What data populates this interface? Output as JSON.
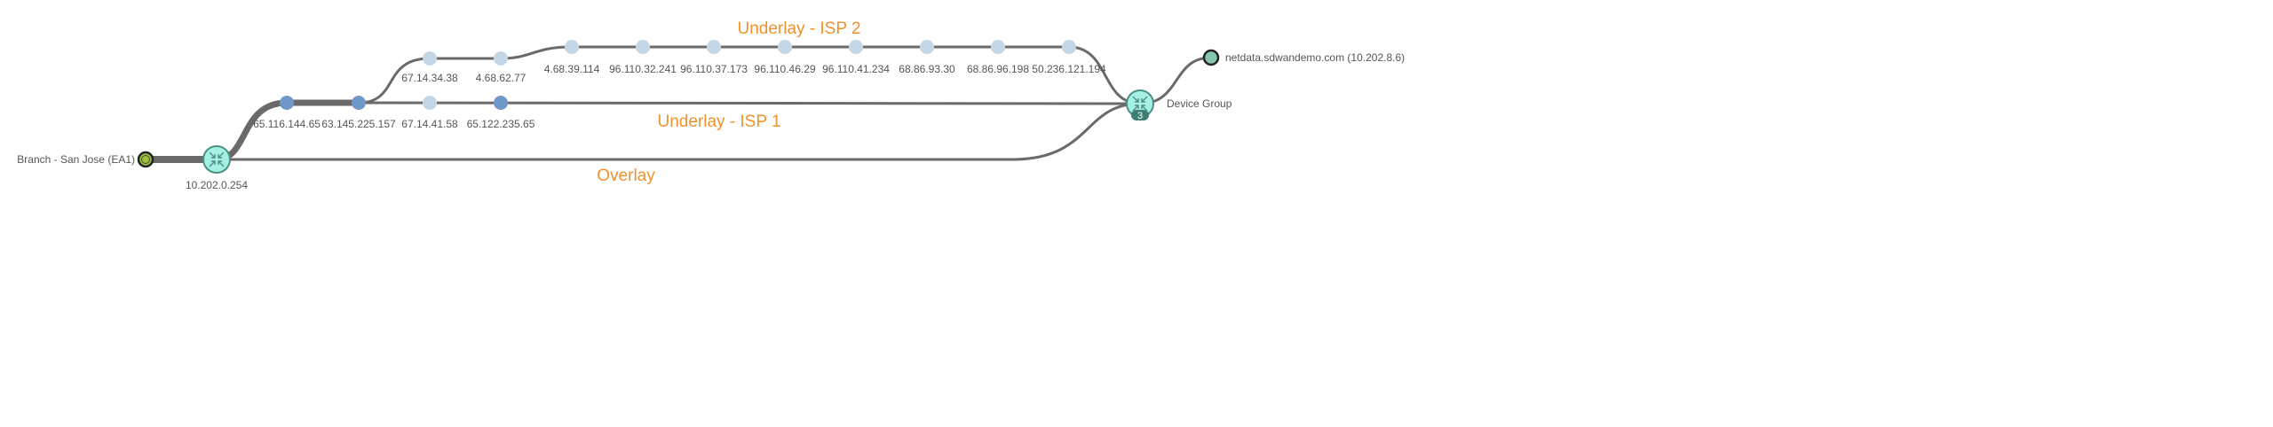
{
  "colors": {
    "path": "#6a6a6a",
    "accent": "#f0922b",
    "hop_light": "#c3d6e6",
    "hop_dark": "#6f98c8",
    "router": "#a6efe4",
    "router_stroke": "#4e8f83",
    "source": "#9ac23c",
    "dest": "#86c6ac"
  },
  "labels": {
    "isp2": "Underlay - ISP 2",
    "isp1": "Underlay - ISP 1",
    "overlay": "Overlay"
  },
  "source": {
    "name": "Branch - San Jose (EA1)",
    "icon": "source-node-icon"
  },
  "edge_router": {
    "ip": "10.202.0.254",
    "icon": "router-icon"
  },
  "shared_hops": [
    "65.116.144.65",
    "63.145.225.157"
  ],
  "isp1_hops": [
    "67.14.41.58",
    "65.122.235.65"
  ],
  "isp2_hops": [
    "67.14.34.38",
    "4.68.62.77",
    "4.68.39.114",
    "96.110.32.241",
    "96.110.37.173",
    "96.110.46.29",
    "96.110.41.234",
    "68.86.93.30",
    "68.86.96.198",
    "50.236.121.194"
  ],
  "device_group": {
    "name": "Device Group",
    "count": "3",
    "icon": "router-icon"
  },
  "destination": {
    "name": "netdata.sdwandemo.com (10.202.8.6)",
    "icon": "destination-node-icon"
  }
}
